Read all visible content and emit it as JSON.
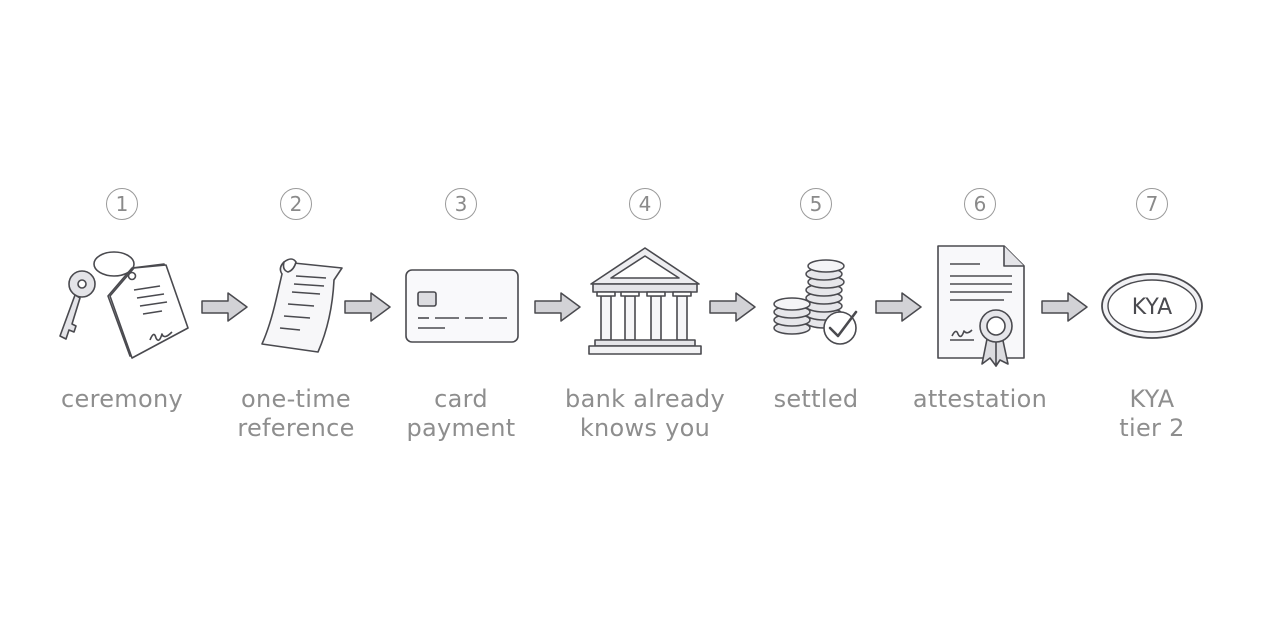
{
  "steps": [
    {
      "number": "1",
      "icon": "key-document-icon",
      "label": [
        "ceremony"
      ]
    },
    {
      "number": "2",
      "icon": "receipt-icon",
      "label": [
        "one-time",
        "reference"
      ]
    },
    {
      "number": "3",
      "icon": "credit-card-icon",
      "label": [
        "card",
        "payment"
      ]
    },
    {
      "number": "4",
      "icon": "bank-icon",
      "label": [
        "bank already",
        "knows you"
      ]
    },
    {
      "number": "5",
      "icon": "coins-check-icon",
      "label": [
        "settled"
      ]
    },
    {
      "number": "6",
      "icon": "certificate-icon",
      "label": [
        "attestation"
      ]
    },
    {
      "number": "7",
      "icon": "kya-badge-icon",
      "label": [
        "KYA",
        "tier 2"
      ],
      "badge_text": "KYA"
    }
  ],
  "colors": {
    "stroke": "#4a4a4f",
    "shade": "#d9d9de",
    "arrow_fill": "#d2d2d6",
    "text": "#8e8e8e",
    "number_ring": "#9a9a9a"
  }
}
